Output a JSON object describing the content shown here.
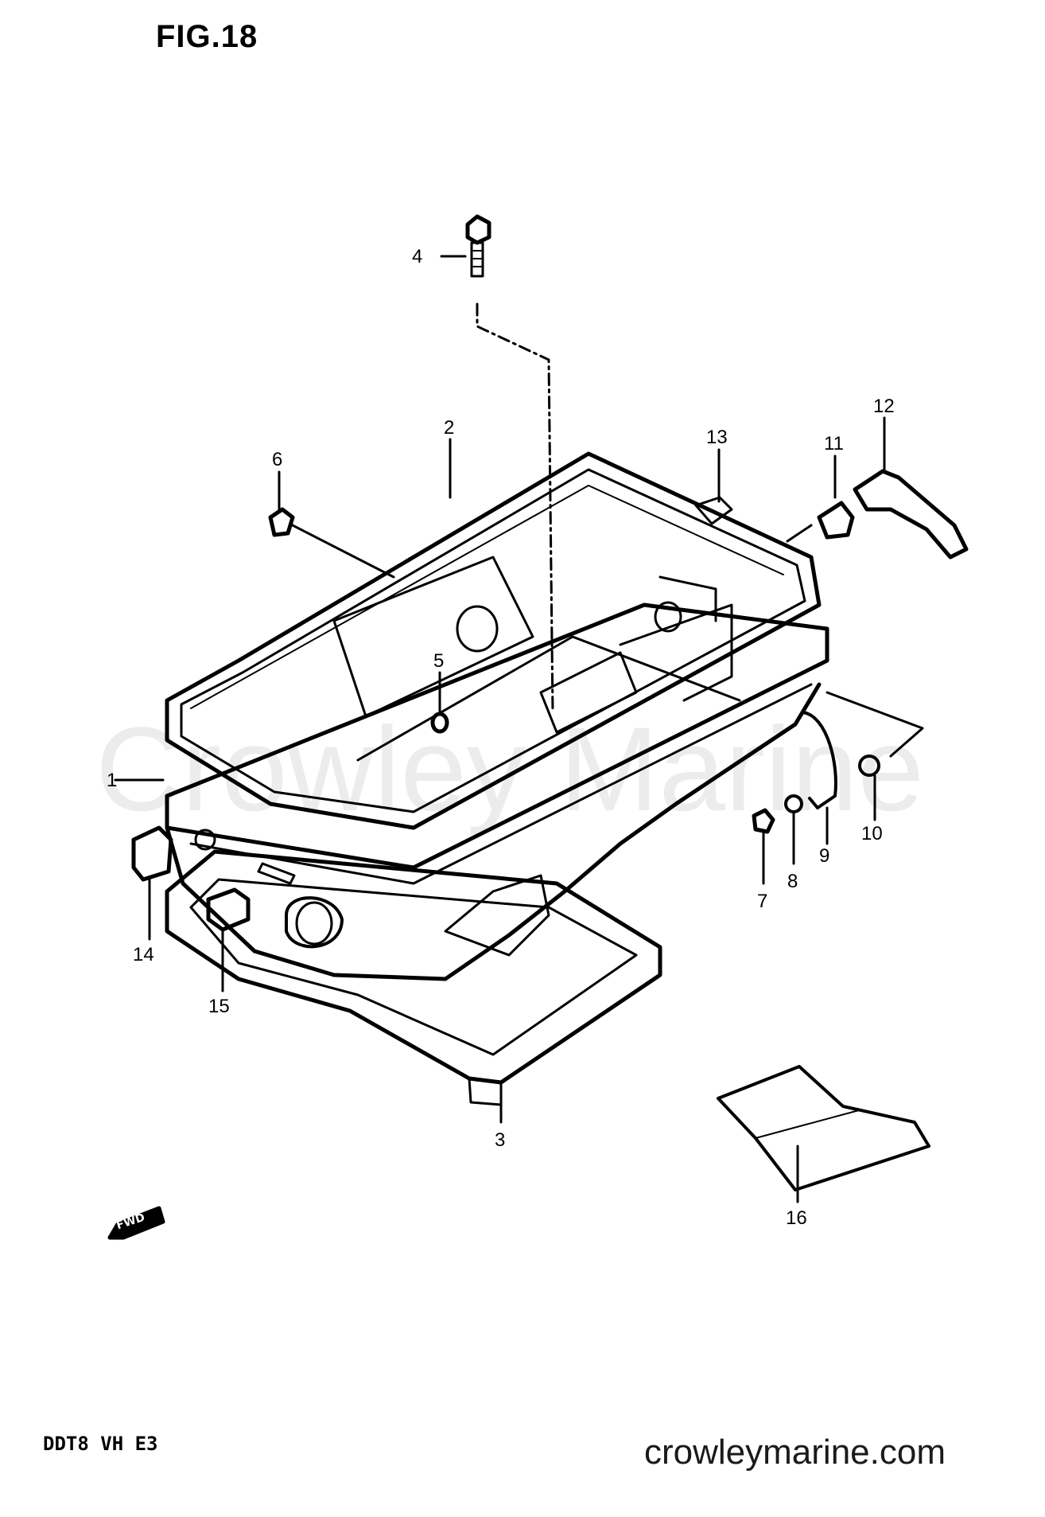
{
  "figure": {
    "title": "FIG.18"
  },
  "model_code": "DDT8 VH E3",
  "source_site": "crowleymarine.com",
  "watermark": "Crowley Marine",
  "fwd_marker": "FWD",
  "parts": [
    {
      "ref": "1"
    },
    {
      "ref": "2"
    },
    {
      "ref": "3"
    },
    {
      "ref": "4"
    },
    {
      "ref": "5"
    },
    {
      "ref": "6"
    },
    {
      "ref": "7"
    },
    {
      "ref": "8"
    },
    {
      "ref": "9"
    },
    {
      "ref": "10"
    },
    {
      "ref": "11"
    },
    {
      "ref": "12"
    },
    {
      "ref": "13"
    },
    {
      "ref": "14"
    },
    {
      "ref": "15"
    },
    {
      "ref": "16"
    }
  ]
}
